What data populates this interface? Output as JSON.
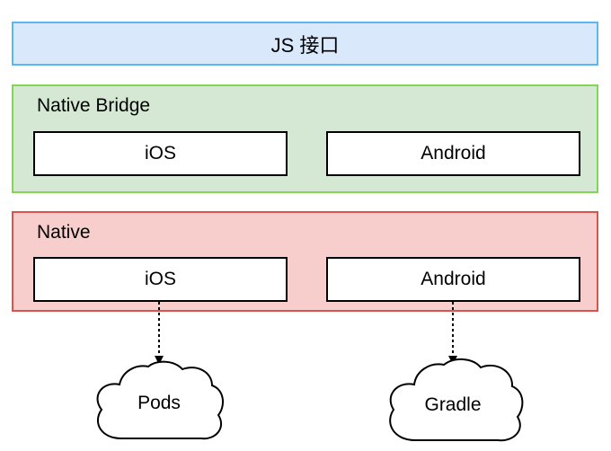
{
  "js_layer": {
    "label": "JS 接口"
  },
  "bridge_layer": {
    "title": "Native Bridge",
    "left_box": "iOS",
    "right_box": "Android"
  },
  "native_layer": {
    "title": "Native",
    "left_box": "iOS",
    "right_box": "Android"
  },
  "dependencies": {
    "left_cloud": "Pods",
    "right_cloud": "Gradle"
  },
  "colors": {
    "js_fill": "#dae8fc",
    "js_stroke": "#5bb8ef",
    "bridge_fill": "#d5e8d4",
    "bridge_stroke": "#82d555",
    "native_fill": "#f8cecc",
    "native_stroke": "#d9534f"
  }
}
